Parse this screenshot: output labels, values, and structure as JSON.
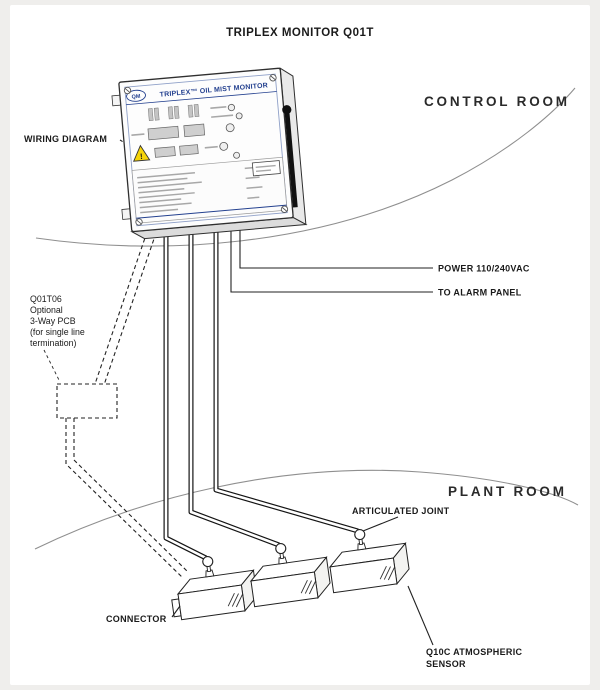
{
  "title": "TRIPLEX MONITOR Q01T",
  "regions": {
    "control_room": "CONTROL ROOM",
    "plant_room": "PLANT ROOM"
  },
  "monitor": {
    "logo": "QM",
    "header": "TRIPLEX™ OIL MIST MONITOR",
    "warning_mark": "!"
  },
  "labels": {
    "wiring_diagram": "WIRING DIAGRAM",
    "power": "POWER 110/240VAC",
    "alarm_panel": "TO ALARM PANEL",
    "pcb_note": [
      "Q01T06",
      "Optional",
      "3-Way PCB",
      "(for single line",
      "termination)"
    ],
    "articulated_joint": "ARTICULATED JOINT",
    "connector": "CONNECTOR",
    "atmospheric_sensor": [
      "Q10C ATMOSPHERIC",
      "SENSOR"
    ]
  },
  "colors": {
    "page_background": "#efeeec",
    "paper": "#ffffff",
    "line": "#222222",
    "region_curve": "#8f8f8f",
    "monitor_blue": "#23408f",
    "warning_yellow": "#f5d40a",
    "cable_black": "#141414"
  }
}
